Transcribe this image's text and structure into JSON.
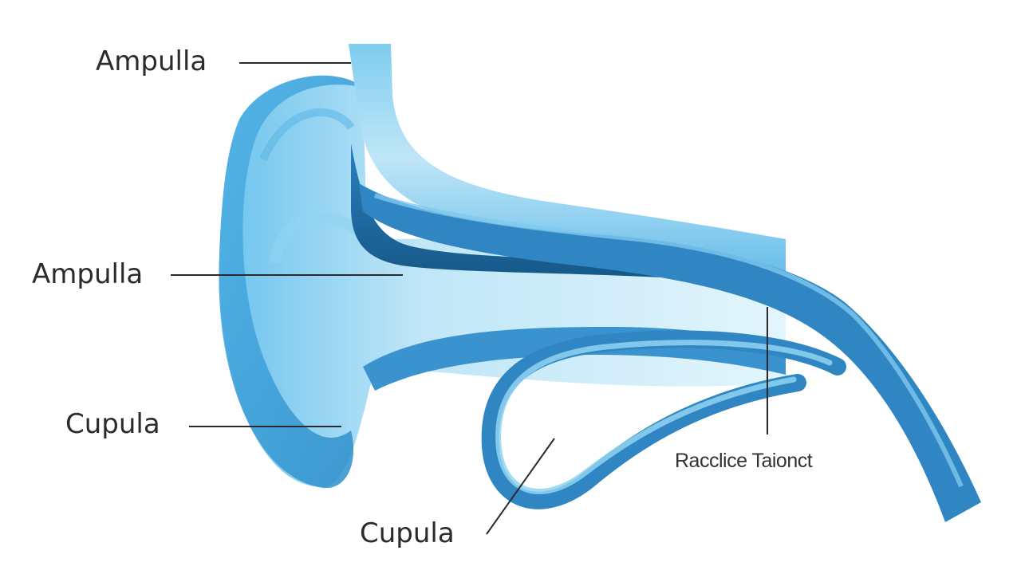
{
  "diagram": {
    "labels": {
      "ampulla_top": "Ampulla",
      "ampulla_middle": "Ampulla",
      "cupula_left": "Cupula",
      "cupula_bottom": "Cupula",
      "radial_text": "Racclice Taionct"
    },
    "colors": {
      "light_blue": "#bfe6f7",
      "mid_blue": "#5bb8e6",
      "deep_blue": "#2f86c2",
      "dark_blue": "#1a5f93",
      "leader_line": "#2b2b2b"
    }
  }
}
